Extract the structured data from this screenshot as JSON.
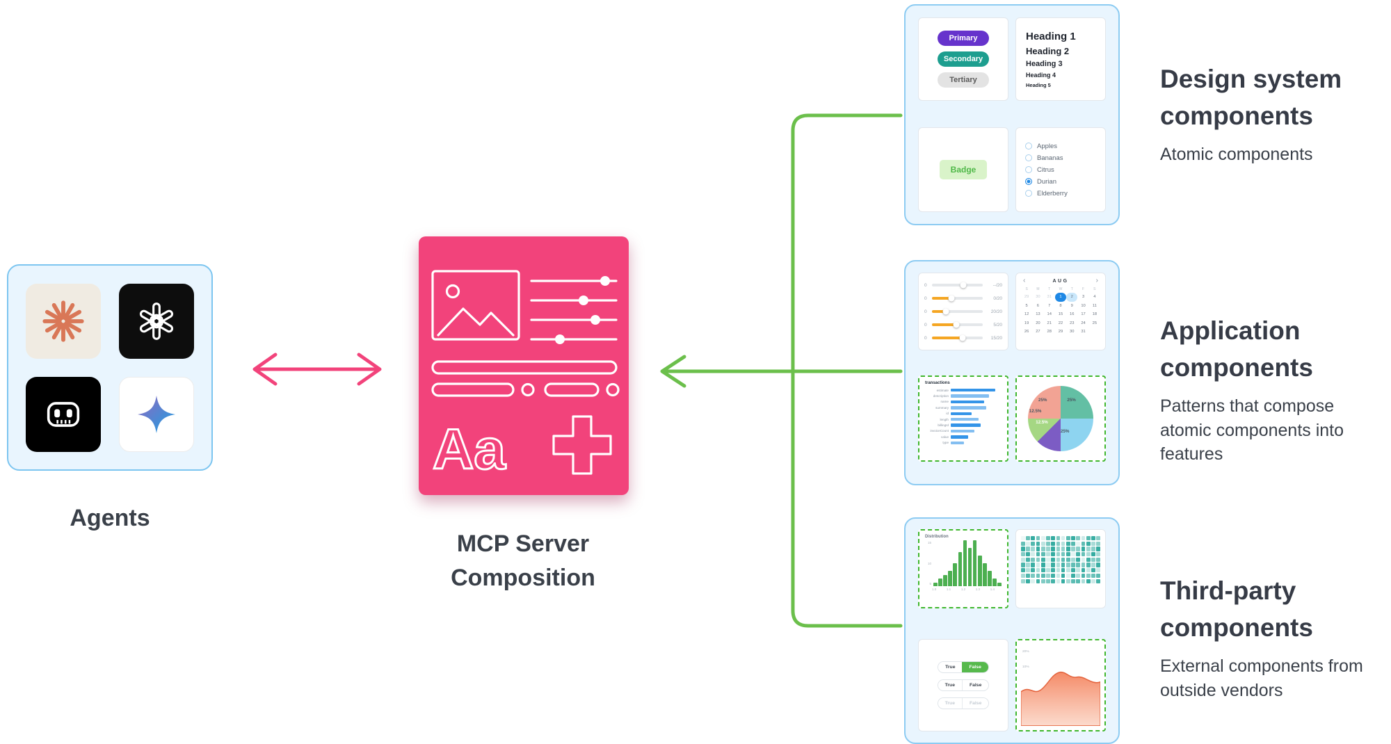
{
  "colors": {
    "pink": "#F2437B",
    "green_arrow": "#6BBF4B",
    "panel_bg": "#E9F5FE",
    "panel_border": "#8CCBF2",
    "dashed_green": "#3FB62C",
    "text_dark": "#3A4049"
  },
  "agents": {
    "label": "Agents"
  },
  "mcp": {
    "title_line1": "MCP Server",
    "title_line2": "Composition",
    "specimen_text": "Aa"
  },
  "sections": [
    {
      "title": "Design system components",
      "subtitle": "Atomic components"
    },
    {
      "title": "Application components",
      "subtitle": "Patterns that compose atomic components into features"
    },
    {
      "title": "Third-party components",
      "subtitle": "External components from outside vendors"
    }
  ],
  "design_system": {
    "buttons": [
      {
        "label": "Primary",
        "bg": "#6633CC",
        "fg": "#FFFFFF"
      },
      {
        "label": "Secondary",
        "bg": "#1D9E8F",
        "fg": "#FFFFFF"
      },
      {
        "label": "Tertiary",
        "bg": "#E3E3E3",
        "fg": "#5A5A5A"
      }
    ],
    "headings": [
      "Heading 1",
      "Heading 2",
      "Heading 3",
      "Heading 4",
      "Heading 5"
    ],
    "badge_label": "Badge",
    "radio_options": [
      "Apples",
      "Bananas",
      "Citrus",
      "Durian",
      "Elderberry"
    ],
    "radio_selected": "Durian"
  },
  "application": {
    "sliders": [
      {
        "min": "0",
        "value": "--/20",
        "fill": 0,
        "knob": 62
      },
      {
        "min": "0",
        "value": "0/20",
        "fill": 38,
        "knob": 38
      },
      {
        "min": "0",
        "value": "20/20",
        "fill": 28,
        "knob": 28
      },
      {
        "min": "0",
        "value": "5/20",
        "fill": 48,
        "knob": 48
      },
      {
        "min": "0",
        "value": "15/20",
        "fill": 60,
        "knob": 60
      }
    ],
    "calendar": {
      "month": "AUG",
      "prev": "‹",
      "next": "›",
      "dow": [
        "S",
        "M",
        "T",
        "W",
        "T",
        "F",
        "S"
      ],
      "weeks": [
        [
          "29",
          "30",
          "31",
          "1",
          "2",
          "3",
          "4"
        ],
        [
          "5",
          "6",
          "7",
          "8",
          "9",
          "10",
          "11"
        ],
        [
          "12",
          "13",
          "14",
          "15",
          "16",
          "17",
          "18"
        ],
        [
          "19",
          "20",
          "21",
          "22",
          "23",
          "24",
          "25"
        ],
        [
          "26",
          "27",
          "28",
          "29",
          "30",
          "31",
          ""
        ]
      ],
      "selected": {
        "week": 0,
        "col": 3
      },
      "range": {
        "week": 0,
        "col": 4
      }
    },
    "table": {
      "title": "transactions",
      "bar_color": "#1E88E5",
      "rows": [
        {
          "label": "estimate",
          "width": 56
        },
        {
          "label": "description",
          "width": 48
        },
        {
          "label": "name",
          "width": 42
        },
        {
          "label": "summary",
          "width": 45
        },
        {
          "label": "id",
          "width": 26
        },
        {
          "label": "length",
          "width": 35
        },
        {
          "label": "billingId",
          "width": 38
        },
        {
          "label": "invoiceCount",
          "width": 30
        },
        {
          "label": "value",
          "width": 22
        },
        {
          "label": "type",
          "width": 17
        }
      ]
    },
    "pie": {
      "slices": [
        {
          "label": "25%",
          "pct": 25,
          "color": "#63BFA4"
        },
        {
          "label": "25%",
          "pct": 25,
          "color": "#8ED4F0"
        },
        {
          "label": "12.5%",
          "pct": 12.5,
          "color": "#7C5CC4"
        },
        {
          "label": "12.5%",
          "pct": 12.5,
          "color": "#A5D783"
        },
        {
          "label": "25%",
          "pct": 25,
          "color": "#F2A394"
        }
      ]
    }
  },
  "third_party": {
    "histogram": {
      "title": "Distribution",
      "values": [
        1,
        2,
        3,
        4,
        6,
        9,
        12,
        10,
        12,
        8,
        6,
        4,
        2,
        1
      ],
      "x_labels": [
        "1.0",
        "1.1",
        "1.2",
        "1.3",
        "1.4"
      ],
      "y_labels": [
        "15",
        "10",
        "5"
      ],
      "color": "#4CAF50"
    },
    "heatmap": {
      "rows": 9,
      "cols": 16,
      "color": "#26A69A"
    },
    "toggles": [
      {
        "left": "True",
        "right": "False",
        "state": "right-active"
      },
      {
        "left": "True",
        "right": "False",
        "state": "inactive"
      },
      {
        "left": "True",
        "right": "False",
        "state": "disabled"
      }
    ],
    "area": {
      "y_labels": [
        "20%",
        "10%"
      ],
      "color": "#F4845F"
    }
  }
}
